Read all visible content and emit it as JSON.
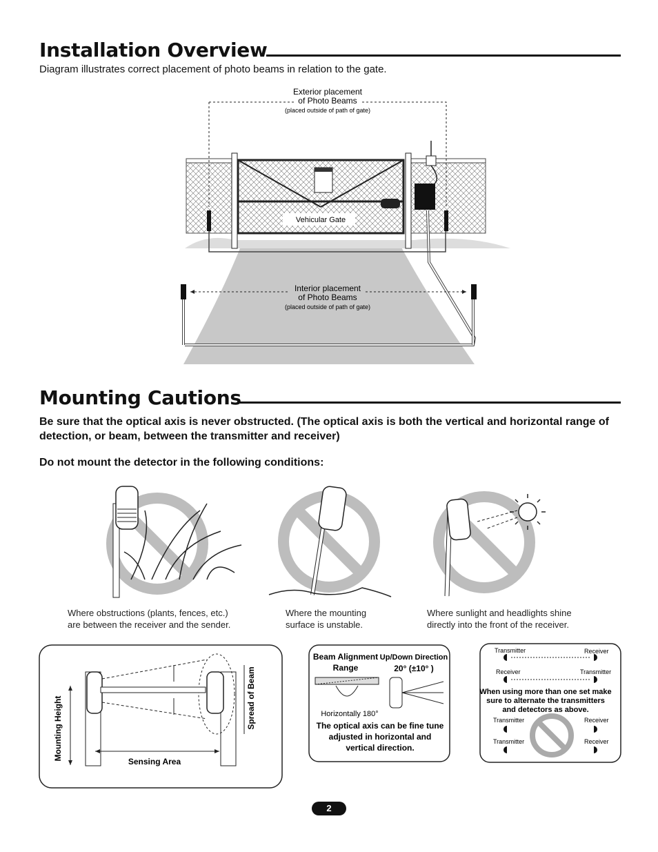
{
  "install": {
    "title": "Installation Overview",
    "intro": "Diagram illustrates correct placement of photo beams in relation to the gate.",
    "exterior_label_1": "Exterior placement",
    "exterior_label_2": "of Photo Beams",
    "exterior_label_3": "(placed outside of path of gate)",
    "gate_label": "Vehicular Gate",
    "interior_label_1": "Interior placement",
    "interior_label_2": "of Photo Beams",
    "interior_label_3": "(placed outside of path of gate)"
  },
  "mounting": {
    "title": "Mounting Cautions",
    "warning": "Be sure that the optical axis is never obstructed. (The optical axis is both the vertical and horizontal range of detection, or beam, between the transmitter and receiver)",
    "subheading": "Do not mount the detector in the following conditions:",
    "captions": [
      {
        "line1": "Where obstructions (plants, fences, etc.)",
        "line2": "are between the receiver and the sender."
      },
      {
        "line1": "Where the mounting",
        "line2": "surface is unstable."
      },
      {
        "line1": "Where sunlight and headlights shine",
        "line2": "directly into the front of the receiver."
      }
    ]
  },
  "box1": {
    "mounting_height": "Mounting Height",
    "sensing_area": "Sensing Area",
    "spread_of_beam": "Spread of Beam"
  },
  "box2": {
    "beam_alignment_1": "Beam Alignment",
    "beam_alignment_2": "Range",
    "updown": "Up/Down Direction",
    "angle": "20°  (±10° )",
    "horizontally": "Horizontally 180°",
    "note_1": "The optical axis can be fine tune",
    "note_2": "adjusted in horizontal and",
    "note_3": "vertical direction."
  },
  "box3": {
    "transmitter": "Transmitter",
    "receiver": "Receiver",
    "note_1": "When using more than one set make",
    "note_2": "sure to alternate the transmitters",
    "note_3": "and detectors as above."
  },
  "page_number": "2"
}
